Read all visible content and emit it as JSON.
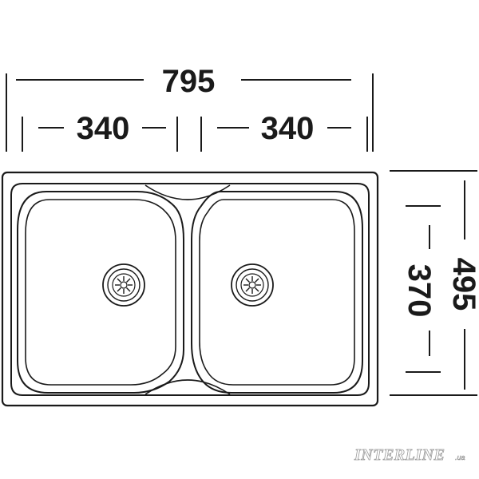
{
  "dimensions": {
    "overall_width": "795",
    "left_bowl_width": "340",
    "right_bowl_width": "340",
    "overall_depth": "495",
    "bowl_depth": "370"
  },
  "watermark": {
    "brand": "INTERLINE",
    "suffix": ".ua"
  },
  "colors": {
    "line": "#1a1a1a",
    "watermark_outline": "#9a9a9a"
  }
}
